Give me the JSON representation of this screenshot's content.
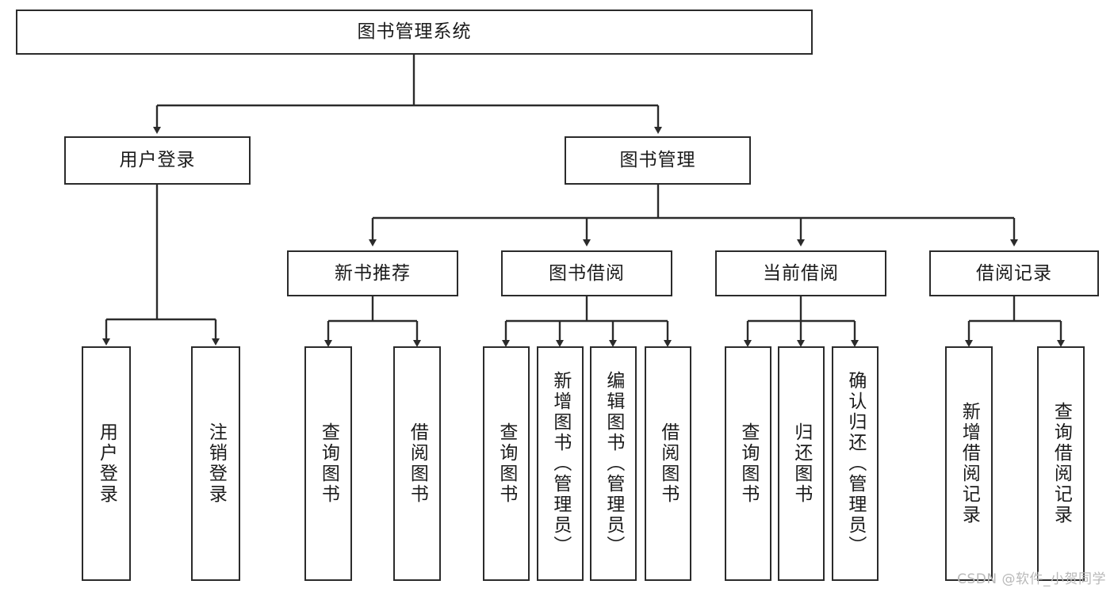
{
  "diagram": {
    "type": "tree-hierarchy-chart",
    "title": "图书管理系统",
    "watermark": "CSDN @软件_小贺同学",
    "colors": {
      "box_border": "#2b2b2b",
      "box_fill": "#ffffff",
      "connector": "#2b2b2b",
      "text": "#1b1b1b",
      "watermark": "#b9b9b9",
      "background": "#ffffff"
    },
    "nodes": {
      "root": {
        "label": "图书管理系统",
        "level": 1,
        "orientation": "horizontal"
      },
      "level2": [
        {
          "id": "user-login",
          "label": "用户登录",
          "orientation": "horizontal"
        },
        {
          "id": "book-manage",
          "label": "图书管理",
          "orientation": "horizontal"
        }
      ],
      "level3": [
        {
          "id": "new-book-recommend",
          "label": "新书推荐",
          "orientation": "horizontal"
        },
        {
          "id": "book-borrow",
          "label": "图书借阅",
          "orientation": "horizontal"
        },
        {
          "id": "current-borrow",
          "label": "当前借阅",
          "orientation": "horizontal"
        },
        {
          "id": "borrow-record",
          "label": "借阅记录",
          "orientation": "horizontal"
        }
      ],
      "leaves": [
        {
          "id": "leaf-user-login",
          "label": "用户登录",
          "parent": "user-login",
          "orientation": "vertical"
        },
        {
          "id": "leaf-user-logout",
          "label": "注销登录",
          "parent": "user-login",
          "orientation": "vertical"
        },
        {
          "id": "leaf-query-book-1",
          "label": "查询图书",
          "parent": "new-book-recommend",
          "orientation": "vertical"
        },
        {
          "id": "leaf-borrow-book-1",
          "label": "借阅图书",
          "parent": "new-book-recommend",
          "orientation": "vertical"
        },
        {
          "id": "leaf-query-book-2",
          "label": "查询图书",
          "parent": "book-borrow",
          "orientation": "vertical"
        },
        {
          "id": "leaf-add-book",
          "label": "新增图书（管理员）",
          "parent": "book-borrow",
          "orientation": "vertical"
        },
        {
          "id": "leaf-edit-book",
          "label": "编辑图书（管理员）",
          "parent": "book-borrow",
          "orientation": "vertical"
        },
        {
          "id": "leaf-borrow-book-2",
          "label": "借阅图书",
          "parent": "book-borrow",
          "orientation": "vertical"
        },
        {
          "id": "leaf-query-book-3",
          "label": "查询图书",
          "parent": "current-borrow",
          "orientation": "vertical"
        },
        {
          "id": "leaf-return-book",
          "label": "归还图书",
          "parent": "current-borrow",
          "orientation": "vertical"
        },
        {
          "id": "leaf-confirm-return",
          "label": "确认归还（管理员）",
          "parent": "current-borrow",
          "orientation": "vertical"
        },
        {
          "id": "leaf-add-record",
          "label": "新增借阅记录",
          "parent": "borrow-record",
          "orientation": "vertical"
        },
        {
          "id": "leaf-query-record",
          "label": "查询借阅记录",
          "parent": "borrow-record",
          "orientation": "vertical"
        }
      ]
    }
  }
}
